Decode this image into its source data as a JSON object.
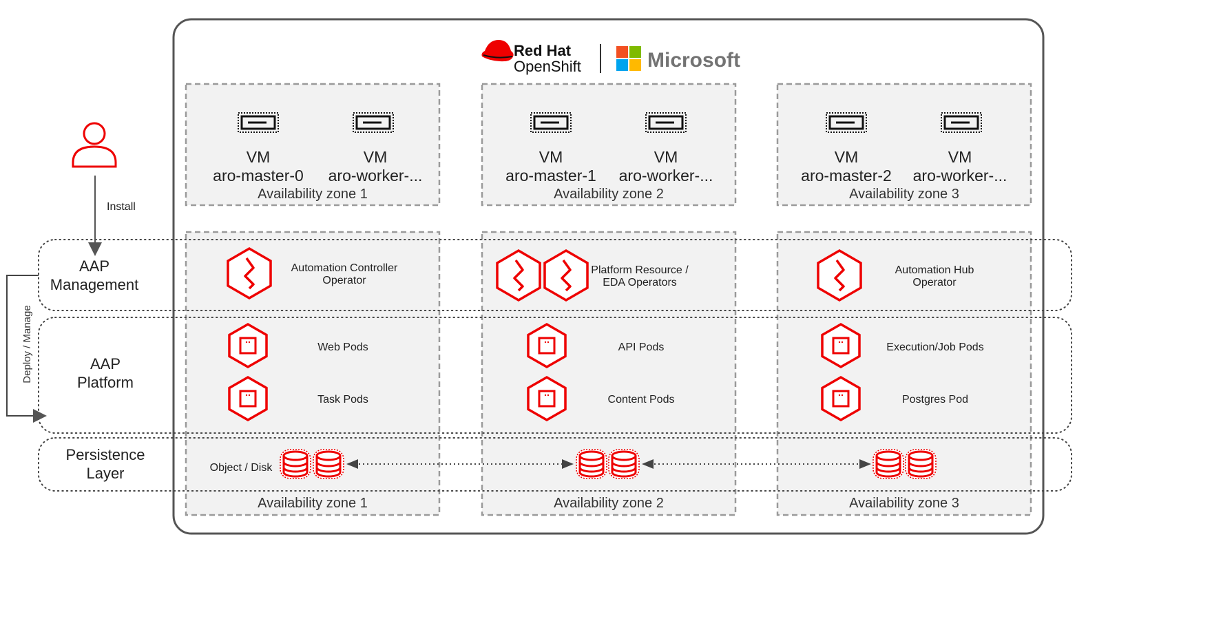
{
  "colors": {
    "accent": "#ee0000",
    "zone_fill": "#f2f2f2",
    "border": "#555555",
    "dash": "#9a9a9a"
  },
  "brand": {
    "redhat_line1": "Red Hat",
    "redhat_line2": "OpenShift",
    "microsoft": "Microsoft"
  },
  "user": {
    "icon": "user-icon",
    "install_label": "Install"
  },
  "side_labels": {
    "deploy_manage": "Deploy / Manage",
    "management_line1": "AAP",
    "management_line2": "Management",
    "platform_line1": "AAP",
    "platform_line2": "Platform",
    "persistence_line1": "Persistence",
    "persistence_line2": "Layer"
  },
  "zones": [
    {
      "name": "Availability zone 1",
      "vms": [
        {
          "type": "VM",
          "name": "aro-master-0"
        },
        {
          "type": "VM",
          "name": "aro-worker-..."
        }
      ],
      "operator_line1": "Automation Controller",
      "operator_line2": "Operator",
      "pods": [
        "Web Pods",
        "Task Pods"
      ],
      "storage_label": "Object / Disk"
    },
    {
      "name": "Availability zone 2",
      "vms": [
        {
          "type": "VM",
          "name": "aro-master-1"
        },
        {
          "type": "VM",
          "name": "aro-worker-..."
        }
      ],
      "operator_line1": "Platform Resource /",
      "operator_line2": "EDA Operators",
      "pods": [
        "API Pods",
        "Content Pods"
      ]
    },
    {
      "name": "Availability zone 3",
      "vms": [
        {
          "type": "VM",
          "name": "aro-master-2"
        },
        {
          "type": "VM",
          "name": "aro-worker-..."
        }
      ],
      "operator_line1": "Automation Hub",
      "operator_line2": "Operator",
      "pods": [
        "Execution/Job Pods",
        "Postgres Pod"
      ]
    }
  ]
}
